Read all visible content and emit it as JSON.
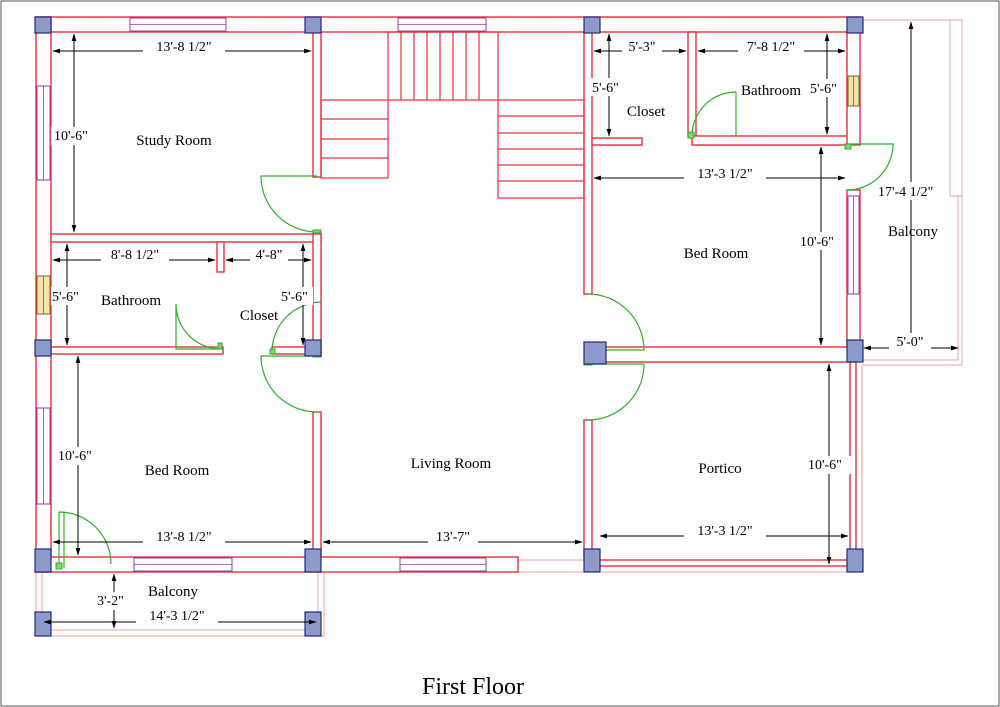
{
  "title": "First Floor",
  "rooms": {
    "study_room": "Study Room",
    "bathroom_left": "Bathroom",
    "closet_left": "Closet",
    "bed_room_left": "Bed Room",
    "living_room": "Living Room",
    "closet_right": "Closet",
    "bathroom_right": "Bathroom",
    "bed_room_right": "Bed Room",
    "portico": "Portico",
    "balcony_right": "Balcony",
    "balcony_bottom": "Balcony"
  },
  "dimensions": {
    "study_width": "13'-8 1/2\"",
    "study_depth": "10'-6\"",
    "bath_left_width": "8'-8 1/2\"",
    "bath_left_depth": "5'-6\"",
    "closet_left_width": "4'-8\"",
    "closet_left_depth": "5'-6\"",
    "bed_left_depth": "10'-6\"",
    "bed_left_width": "13'-8 1/2\"",
    "living_width": "13'-7\"",
    "closet_right_width": "5'-3\"",
    "closet_right_depth": "5'-6\"",
    "bath_right_width": "7'-8 1/2\"",
    "bath_right_depth": "5'-6\"",
    "bed_right_width": "13'-3 1/2\"",
    "bed_right_depth": "10'-6\"",
    "balcony_right_depth": "17'-4 1/2\"",
    "balcony_right_width": "5'-0\"",
    "portico_depth": "10'-6\"",
    "portico_width": "13'-3 1/2\"",
    "balcony_bottom_depth": "3'-2\"",
    "balcony_bottom_width": "14'-3 1/2\""
  }
}
